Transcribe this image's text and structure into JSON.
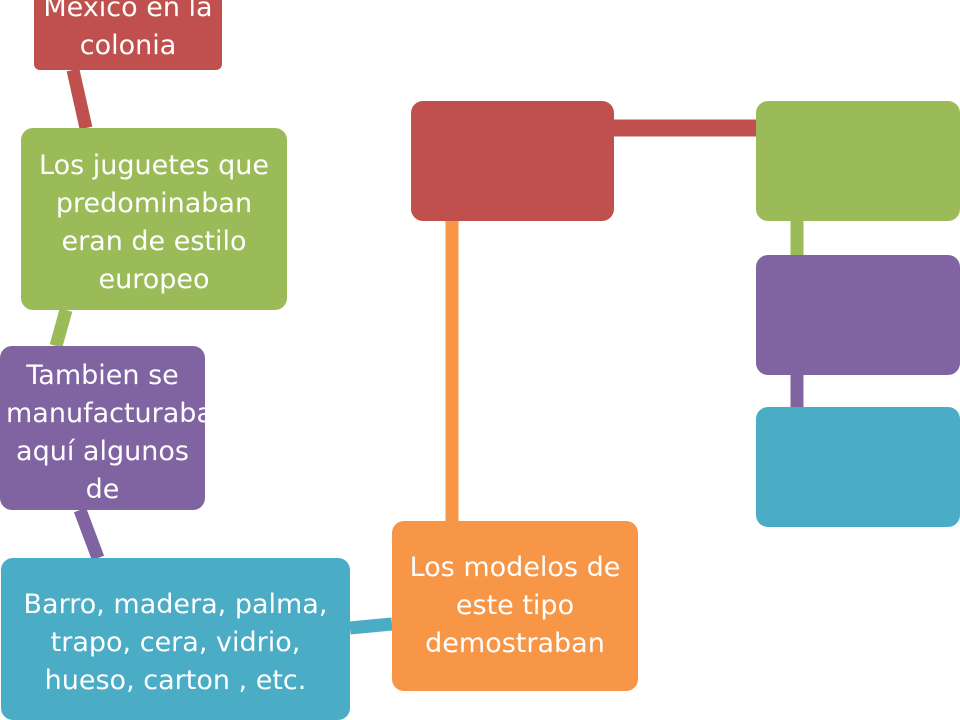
{
  "colors": {
    "red": "#c0504d",
    "green": "#9bbb59",
    "purple": "#8064a2",
    "teal": "#4bacc6",
    "orange": "#f79646"
  },
  "nodes": {
    "mexico": {
      "text": "México en la colonia",
      "color": "#c0504d"
    },
    "juguetes": {
      "text": "Los juguetes que predominaban eran de estilo europeo",
      "color": "#9bbb59"
    },
    "tambien": {
      "text": "Tambien se manufacturaban aquí algunos de",
      "color": "#8064a2"
    },
    "barro": {
      "text": "Barro, madera, palma, trapo, cera, vidrio, hueso, carton , etc.",
      "color": "#4bacc6"
    },
    "modelos": {
      "text": "Los modelos de este tipo demostraban",
      "color": "#f79646"
    },
    "red": {
      "text": "",
      "color": "#c0504d"
    },
    "green": {
      "text": "",
      "color": "#9bbb59"
    },
    "purple": {
      "text": "",
      "color": "#8064a2"
    },
    "teal": {
      "text": "",
      "color": "#4bacc6"
    }
  }
}
